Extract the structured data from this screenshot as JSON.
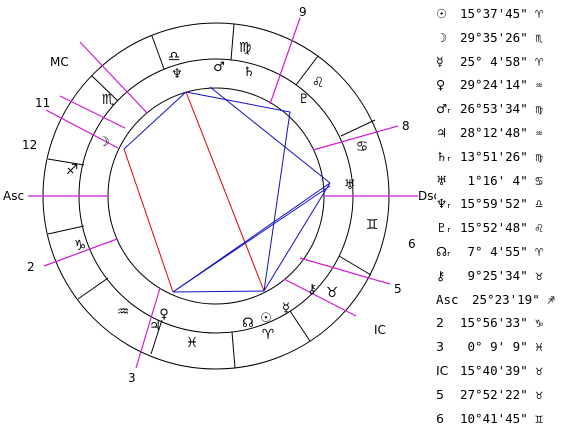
{
  "chart_title": "",
  "colors": {
    "ring": "#000000",
    "house_cusp": "#d21ad2",
    "aspect_red": "#e00000",
    "aspect_blue": "#1010c8"
  },
  "axis_labels": {
    "asc": "Asc",
    "dsc": "Dsc",
    "mc": "MC",
    "ic": "IC"
  },
  "house_numbers": [
    "2",
    "3",
    "5",
    "6",
    "8",
    "9",
    "11",
    "12"
  ],
  "zodiac_ring": [
    {
      "sign": "virgo",
      "glyph": "♍"
    },
    {
      "sign": "leo",
      "glyph": "♌"
    },
    {
      "sign": "cancer",
      "glyph": "♋"
    },
    {
      "sign": "gemini",
      "glyph": "♊"
    },
    {
      "sign": "taurus",
      "glyph": "♉"
    },
    {
      "sign": "aries",
      "glyph": "♈"
    },
    {
      "sign": "pisces",
      "glyph": "♓"
    },
    {
      "sign": "aquarius",
      "glyph": "♒"
    },
    {
      "sign": "capricorn",
      "glyph": "♑"
    },
    {
      "sign": "sagittarius",
      "glyph": "♐"
    },
    {
      "sign": "scorpio",
      "glyph": "♏"
    },
    {
      "sign": "libra",
      "glyph": "♎"
    }
  ],
  "planet_ring": [
    {
      "name": "mars",
      "glyph": "♂"
    },
    {
      "name": "saturn",
      "glyph": "♄"
    },
    {
      "name": "neptune",
      "glyph": "♆"
    },
    {
      "name": "pluto",
      "glyph": "♇"
    },
    {
      "name": "uranus",
      "glyph": "♅"
    },
    {
      "name": "chiron",
      "glyph": "⚷"
    },
    {
      "name": "mercury",
      "glyph": "☿"
    },
    {
      "name": "sun",
      "glyph": "☉"
    },
    {
      "name": "node",
      "glyph": "☊"
    },
    {
      "name": "venus",
      "glyph": "♀"
    },
    {
      "name": "jupiter",
      "glyph": "♃"
    },
    {
      "name": "moon",
      "glyph": "☽"
    }
  ],
  "positions": [
    {
      "body": "sun",
      "symbol": "☉",
      "value": "15°37'45\" ♈"
    },
    {
      "body": "moon",
      "symbol": "☽",
      "value": "29°35'26\" ♏"
    },
    {
      "body": "mercury",
      "symbol": "☿",
      "value": "25° 4'58\" ♈"
    },
    {
      "body": "venus",
      "symbol": "♀",
      "value": "29°24'14\" ♒"
    },
    {
      "body": "mars",
      "symbol": "♂ᵣ",
      "value": "26°53'34\" ♍"
    },
    {
      "body": "jupiter",
      "symbol": "♃",
      "value": "28°12'48\" ♒"
    },
    {
      "body": "saturn",
      "symbol": "♄ᵣ",
      "value": "13°51'26\" ♍"
    },
    {
      "body": "uranus",
      "symbol": "♅",
      "value": " 1°16' 4\" ♋"
    },
    {
      "body": "neptune",
      "symbol": "♆ᵣ",
      "value": "15°59'52\" ♎"
    },
    {
      "body": "pluto",
      "symbol": "♇ᵣ",
      "value": "15°52'48\" ♌"
    },
    {
      "body": "node",
      "symbol": "☊ᵣ",
      "value": " 7° 4'55\" ♈"
    },
    {
      "body": "chiron",
      "symbol": "⚷",
      "value": " 9°25'34\" ♉"
    },
    {
      "body": "asc",
      "symbol": "Asc",
      "value": "25°23'19\" ♐"
    },
    {
      "body": "house-2",
      "symbol": "2",
      "value": "15°56'33\" ♑"
    },
    {
      "body": "house-3",
      "symbol": "3",
      "value": " 0° 9' 9\" ♓"
    },
    {
      "body": "ic",
      "symbol": "IC",
      "value": "15°40'39\" ♉"
    },
    {
      "body": "house-5",
      "symbol": "5",
      "value": "27°52'22\" ♉"
    },
    {
      "body": "house-6",
      "symbol": "6",
      "value": "10°41'45\" ♊"
    }
  ]
}
